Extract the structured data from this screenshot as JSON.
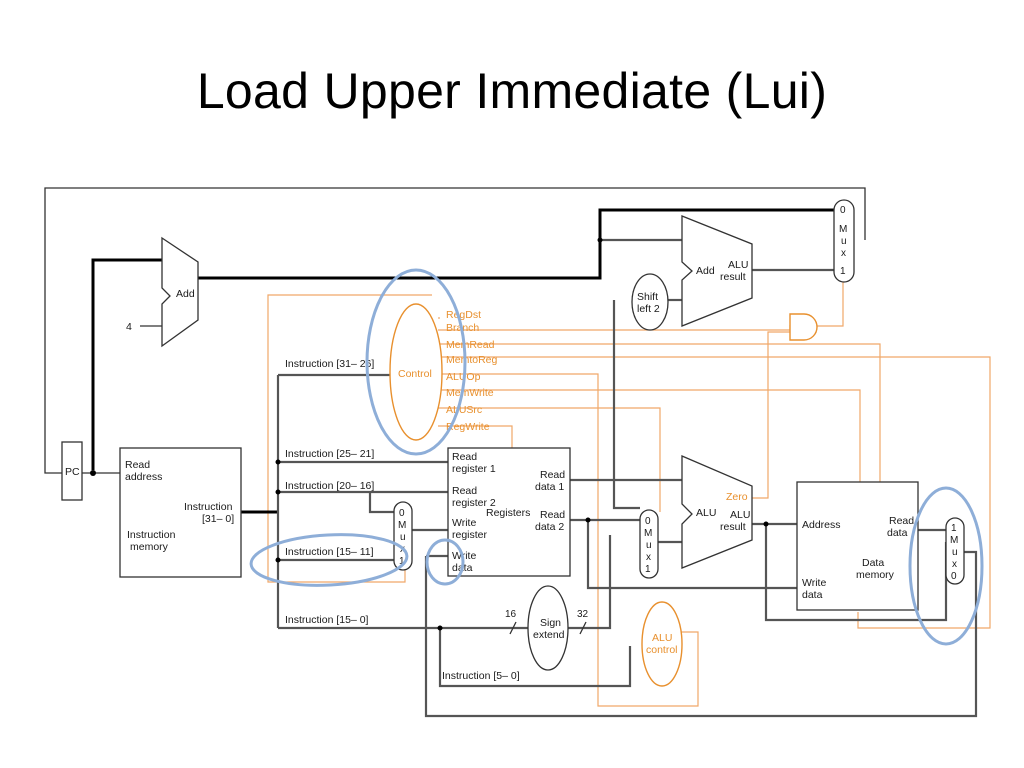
{
  "slide": {
    "title": "Load Upper Immediate (Lui)"
  },
  "diagram": {
    "pc": "PC",
    "add_top": "Add",
    "const_four": "4",
    "instr_mem": {
      "read_address": "Read address",
      "instruction": "Instruction",
      "bits": "[31– 0]",
      "name": "Instruction memory"
    },
    "fields": {
      "f31_26": "Instruction [31– 26]",
      "f25_21": "Instruction [25– 21]",
      "f20_16": "Instruction [20– 16]",
      "f15_11": "Instruction [15– 11]",
      "f15_0": "Instruction [15– 0]",
      "f5_0": "Instruction [5– 0]"
    },
    "control": {
      "name": "Control",
      "signals": [
        "RegDst",
        "Branch",
        "MemRead",
        "MemtoReg",
        "ALUOp",
        "MemWrite",
        "ALUSrc",
        "RegWrite"
      ]
    },
    "registers": {
      "read_reg1": "Read register 1",
      "read_reg2": "Read register 2",
      "write_reg": "Write register",
      "write_data": "Write data",
      "name": "Registers",
      "read_data1": "Read data 1",
      "read_data2": "Read data 2"
    },
    "sign_extend": {
      "label": "Sign extend",
      "in_bits": "16",
      "out_bits": "32"
    },
    "shift_left": "Shift left 2",
    "add_branch": {
      "add": "Add",
      "alu": "ALU",
      "result": "result"
    },
    "alu": {
      "alu": "ALU",
      "zero": "Zero",
      "result": "ALU result"
    },
    "alu_control": "ALU control",
    "data_memory": {
      "address": "Address",
      "read_data": "Read data",
      "write_data": "Write data",
      "name": "Data memory"
    },
    "mux": {
      "m": "M",
      "u": "u",
      "x": "x",
      "zero": "0",
      "one": "1"
    }
  }
}
